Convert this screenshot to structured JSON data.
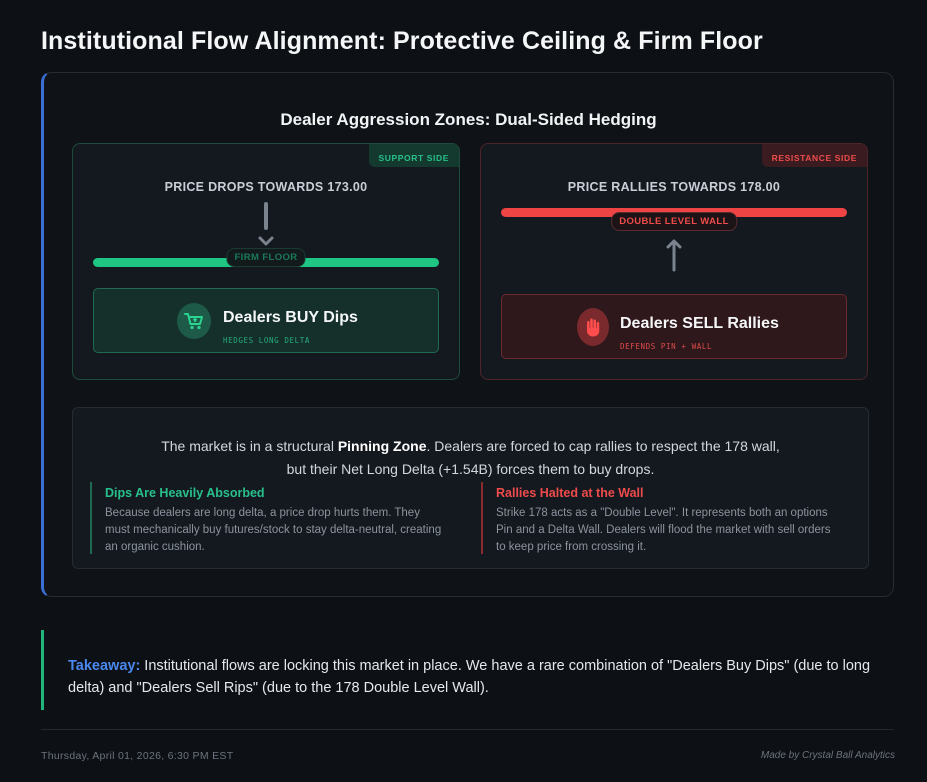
{
  "page": {
    "title": "Institutional Flow Alignment: Protective Ceiling & Firm Floor"
  },
  "zones": {
    "section_title": "Dealer Aggression Zones: Dual-Sided Hedging",
    "support": {
      "badge": "SUPPORT SIDE",
      "heading": "PRICE DROPS TOWARDS 173.00",
      "bar_label": "FIRM FLOOR",
      "action_title": "Dealers BUY Dips",
      "action_sub": "HEDGES LONG DELTA",
      "icon": "cart-icon",
      "color": "#1fc583"
    },
    "resistance": {
      "badge": "RESISTANCE SIDE",
      "heading": "PRICE RALLIES TOWARDS 178.00",
      "bar_label": "DOUBLE LEVEL WALL",
      "action_title": "Dealers SELL Rallies",
      "action_sub": "DEFENDS PIN + WALL",
      "icon": "hand-stop-icon",
      "color": "#ef4444"
    }
  },
  "explanation": {
    "line1_prefix": "The market is in a structural ",
    "line1_bold": "Pinning Zone",
    "line1_suffix": ". Dealers are forced to cap rallies to respect the 178 wall,",
    "line2": "but their Net Long Delta (+1.54B) forces them to buy drops.",
    "left": {
      "title": "Dips Are Heavily Absorbed",
      "text": "Because dealers are long delta, a price drop hurts them. They must mechanically buy futures/stock to stay delta-neutral, creating an organic cushion."
    },
    "right": {
      "title": "Rallies Halted at the Wall",
      "text": "Strike 178 acts as a \"Double Level\". It represents both an options Pin and a Delta Wall. Dealers will flood the market with sell orders to keep price from crossing it."
    }
  },
  "takeaway": {
    "label": "Takeaway:",
    "text": " Institutional flows are locking this market in place. We have a rare combination of \"Dealers Buy Dips\" (due to long delta) and \"Dealers Sell Rips\" (due to the 178 Double Level Wall)."
  },
  "footer": {
    "date": "Thursday, April 01, 2026, 6:30 PM EST",
    "credit": "Made by Crystal Ball Analytics"
  }
}
